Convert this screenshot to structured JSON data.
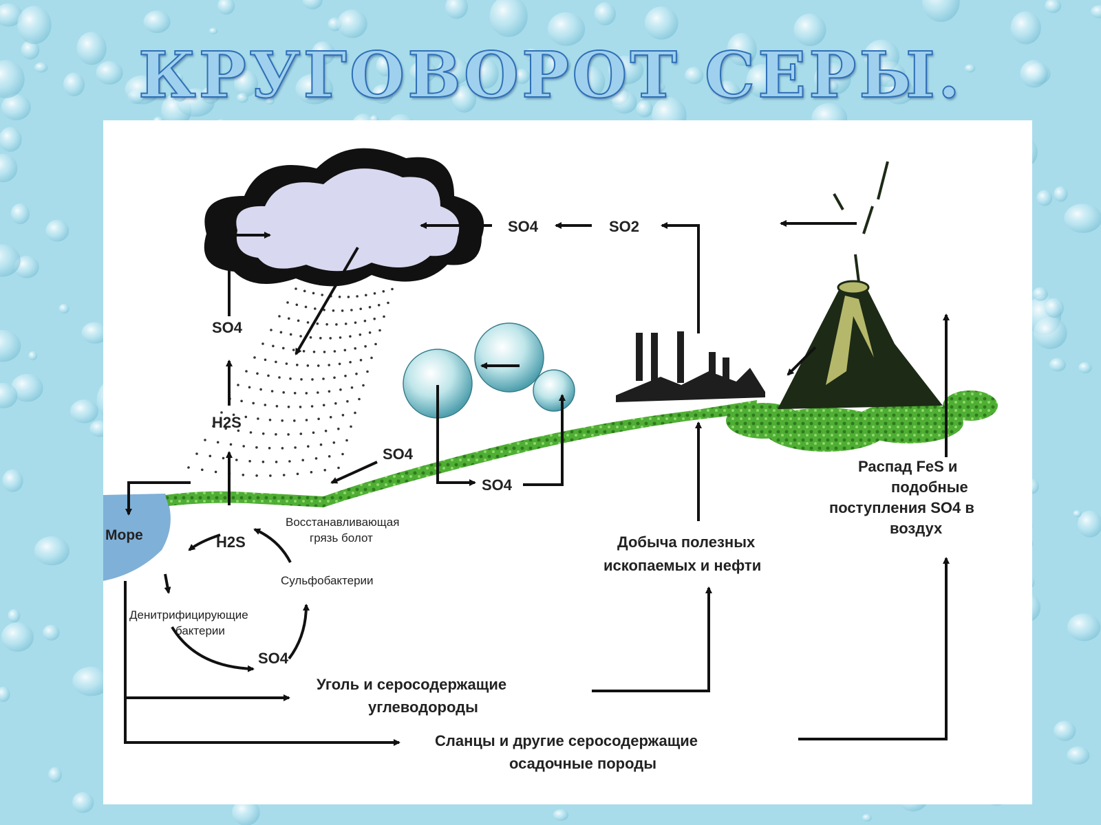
{
  "title": "КРУГОВОРОТ СЕРЫ.",
  "labels": {
    "so4_top": "SO4",
    "so2_top": "SO2",
    "so4_left": "SO4",
    "h2s_left": "H2S",
    "so4_mid": "SO4",
    "so4_low": "SO4",
    "sea": "Море",
    "h2s_cycle": "H2S",
    "swamp_1": "Восстанавливающая",
    "swamp_2": "грязь болот",
    "sulfobacteria": "Сульфобактерии",
    "denitr_1": "Денитрифицирующие",
    "denitr_2": "бактерии",
    "so4_cycle": "SO4",
    "mining_1": "Добыча полезных",
    "mining_2": "ископаемых и нефти",
    "fes_1": "Распад FeS и",
    "fes_2": "подобные",
    "fes_3": "поступления SO4 в",
    "fes_4": "воздух",
    "coal_1": "Уголь и серосодержащие",
    "coal_2": "углеводороды",
    "shale_1": "Сланцы и другие серосодержащие",
    "shale_2": "осадочные породы"
  },
  "colors": {
    "background": "#a8dcea",
    "title_fill": "#9fd0ee",
    "title_stroke": "#2f6fb6",
    "cloud": "#d8d8f0",
    "ground": "#5db83a",
    "volcano": "#b5b86a",
    "sea": "#7fb0d8"
  }
}
